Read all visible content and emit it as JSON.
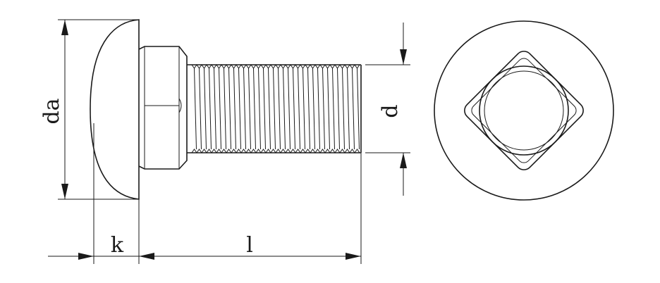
{
  "labels": {
    "da": "da",
    "k": "k",
    "l": "l",
    "d": "d"
  }
}
